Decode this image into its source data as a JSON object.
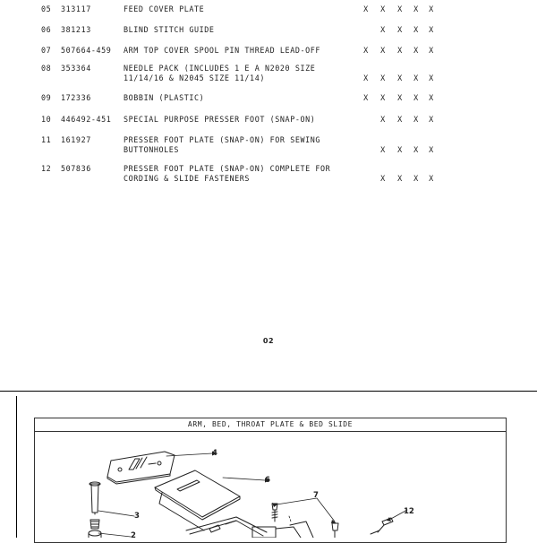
{
  "parts": [
    {
      "num": "05",
      "part": "313117",
      "lines": [
        "FEED COVER PLATE"
      ],
      "x": [
        true,
        true,
        true,
        true,
        true
      ]
    },
    {
      "num": "06",
      "part": "381213",
      "lines": [
        "BLIND STITCH GUIDE"
      ],
      "x": [
        false,
        true,
        true,
        true,
        true
      ]
    },
    {
      "num": "07",
      "part": "507664-459",
      "lines": [
        "ARM TOP COVER SPOOL PIN THREAD LEAD-OFF"
      ],
      "x": [
        true,
        true,
        true,
        true,
        true
      ]
    },
    {
      "num": "08",
      "part": "353364",
      "lines": [
        "NEEDLE PACK (INCLUDES 1 E A N2020 SIZE",
        "11/14/16 & N2045 SIZE 11/14)"
      ],
      "x": [
        true,
        true,
        true,
        true,
        true
      ]
    },
    {
      "num": "09",
      "part": "172336",
      "lines": [
        "BOBBIN (PLASTIC)"
      ],
      "x": [
        true,
        true,
        true,
        true,
        true
      ]
    },
    {
      "num": "10",
      "part": "446492-451",
      "lines": [
        "SPECIAL PURPOSE PRESSER FOOT (SNAP-ON)"
      ],
      "x": [
        false,
        true,
        true,
        true,
        true
      ]
    },
    {
      "num": "11",
      "part": "161927",
      "lines": [
        "PRESSER FOOT PLATE (SNAP-ON) FOR SEWING",
        "BUTTONHOLES"
      ],
      "x": [
        false,
        true,
        true,
        true,
        true
      ]
    },
    {
      "num": "12",
      "part": "507836",
      "lines": [
        "PRESSER FOOT PLATE (SNAP-ON) COMPLETE FOR",
        "CORDING & SLIDE FASTENERS"
      ],
      "x": [
        false,
        true,
        true,
        true,
        true
      ]
    }
  ],
  "mark_symbol": "X",
  "page_number": "02",
  "diagram": {
    "title": "ARM, BED, THROAT PLATE & BED SLIDE",
    "callouts": {
      "c2": "2",
      "c3": "3",
      "c4": "4",
      "c6": "6",
      "c7": "7",
      "c12": "12"
    }
  }
}
